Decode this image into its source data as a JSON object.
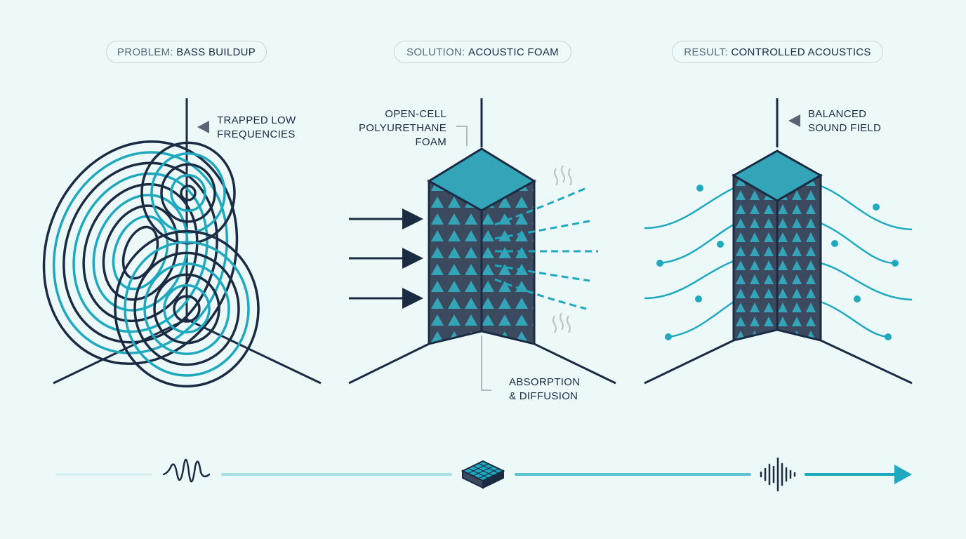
{
  "panels": [
    {
      "prefix": "PROBLEM:",
      "title": "BASS BUILDUP"
    },
    {
      "prefix": "SOLUTION:",
      "title": "ACOUSTIC FOAM"
    },
    {
      "prefix": "RESULT:",
      "title": "CONTROLLED ACOUSTICS"
    }
  ],
  "annotations": {
    "trapped": [
      "TRAPPED LOW",
      "FREQUENCIES"
    ],
    "foam": [
      "OPEN-CELL",
      "POLYURETHANE",
      "FOAM"
    ],
    "absorption": [
      "ABSORPTION",
      "& DIFFUSION"
    ],
    "balanced": [
      "BALANCED",
      "SOUND FIELD"
    ]
  },
  "colors": {
    "background": "#ecf9f8",
    "navy": "#1c2b44",
    "teal": "#1fa9bf",
    "foam_dark": "#3c4a5f",
    "foam_cell": "#34a5b8"
  },
  "icons": [
    "chaotic-waveform-icon",
    "foam-panel-icon",
    "controlled-waveform-icon",
    "progress-arrow-icon"
  ]
}
